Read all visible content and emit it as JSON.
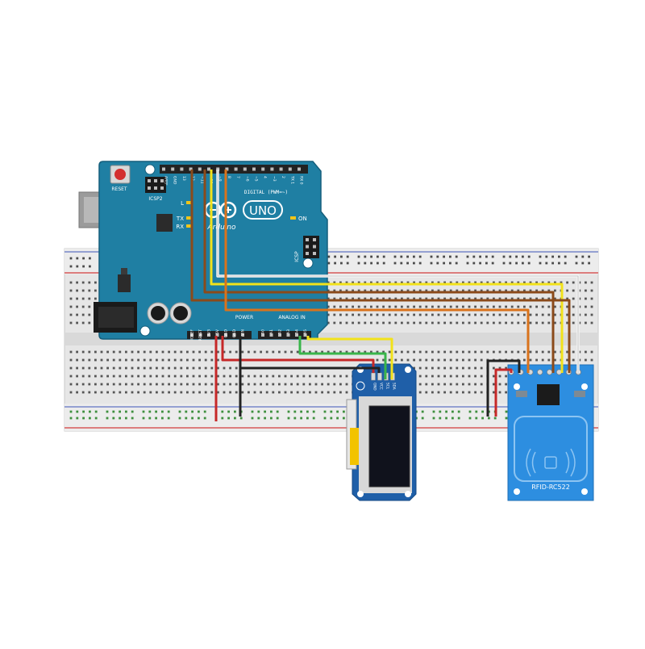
{
  "arduino": {
    "reset_label": "RESET",
    "icsp2_label": "ICSP2",
    "icsp_label": "ICSP",
    "brand_label": "Arduino",
    "model_label": "UNO",
    "led_l": "L",
    "led_tx": "TX",
    "led_rx": "RX",
    "on_label": "ON",
    "digital_label": "DIGITAL (PWM=~)",
    "power_label": "POWER",
    "analog_label": "ANALOG IN",
    "top_pin_labels": [
      "AREF",
      "GND",
      "13",
      "12",
      "~11",
      "~10",
      "~9",
      "8",
      "7",
      "~6",
      "~5",
      "4",
      "~3",
      "2",
      "TX 1",
      "RX 0"
    ],
    "power_pin_labels": [
      "IOREF",
      "RESET",
      "3V3",
      "5V",
      "GND",
      "GND",
      "VIN"
    ],
    "analog_pin_labels": [
      "A0",
      "A1",
      "A2",
      "A3",
      "A4",
      "A5"
    ]
  },
  "oled": {
    "pin_labels": [
      "GND",
      "VCC",
      "SCL",
      "SDA"
    ]
  },
  "rfid": {
    "model_label": "RFID-RC522"
  },
  "colors": {
    "board": "#1f7fa3",
    "board_dark": "#155f7c",
    "breadboard": "#e4e4e4",
    "rfid": "#2d8ee0",
    "wire_red": "#c62828",
    "wire_black": "#222222",
    "wire_yellow": "#f2e21a",
    "wire_orange": "#d9731c",
    "wire_brown": "#8b4a1a",
    "wire_green": "#39b54a",
    "wire_white": "#f4f4f4"
  }
}
